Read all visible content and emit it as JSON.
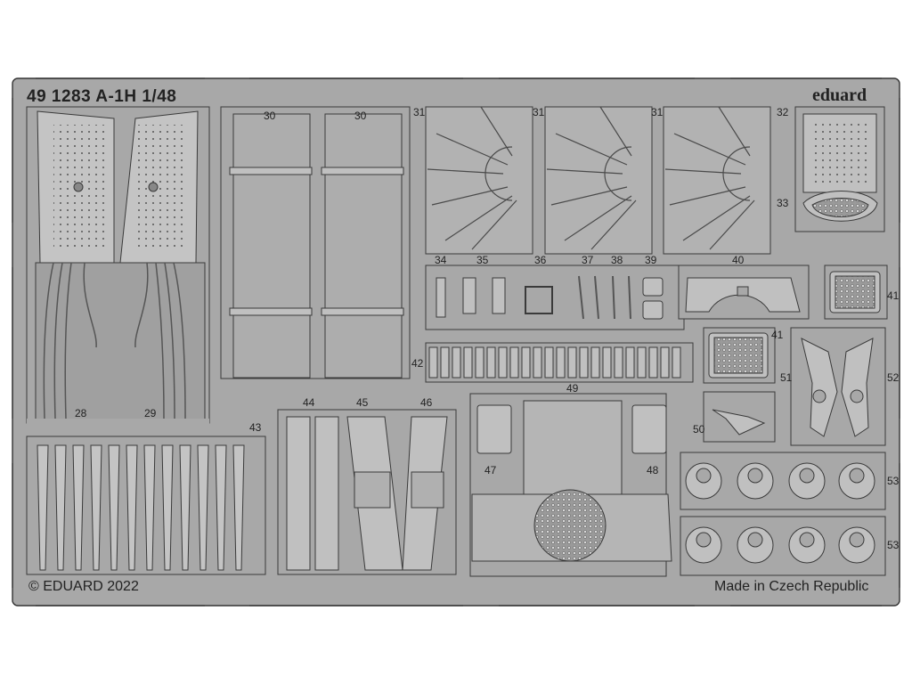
{
  "sheet": {
    "title": "49 1283 A-1H 1/48",
    "brand": "eduard",
    "copyright": "© EDUARD 2022",
    "origin": "Made in Czech Republic",
    "colors": {
      "fret": "#a8a8a8",
      "part": "#b5b5b5",
      "outline": "#3a3a3a",
      "background": "#ffffff"
    }
  },
  "part_numbers": [
    "28",
    "29",
    "30",
    "30",
    "31",
    "31",
    "31",
    "32",
    "33",
    "34",
    "35",
    "36",
    "37",
    "38",
    "39",
    "40",
    "41",
    "41",
    "42",
    "43",
    "44",
    "45",
    "46",
    "47",
    "48",
    "49",
    "50",
    "51",
    "52",
    "53",
    "53"
  ]
}
